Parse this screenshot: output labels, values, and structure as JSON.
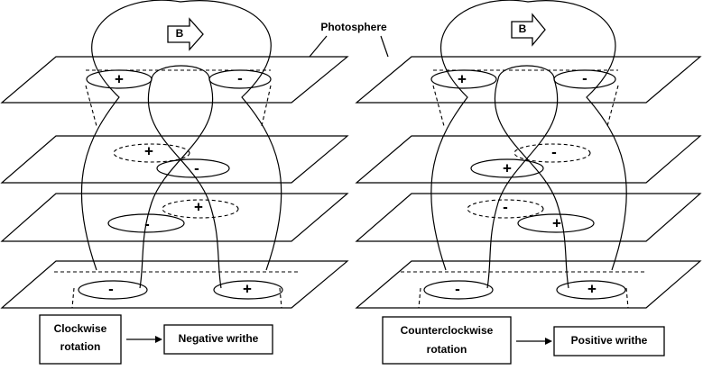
{
  "photosphere_label": "Photosphere",
  "field_arrow_label": "B",
  "signs": {
    "plus": "+",
    "minus": "-"
  },
  "left_panel": {
    "cause_line1": "Clockwise",
    "cause_line2": "rotation",
    "result": "Negative writhe"
  },
  "right_panel": {
    "cause_line1": "Counterclockwise",
    "cause_line2": "rotation",
    "result": "Positive writhe"
  }
}
